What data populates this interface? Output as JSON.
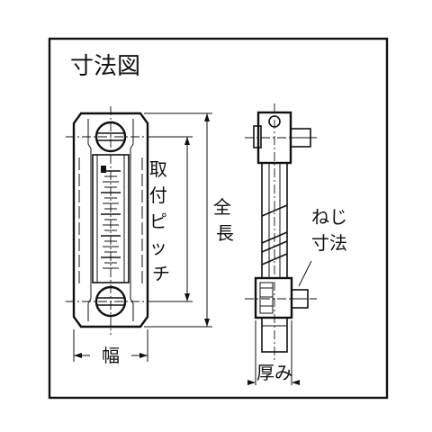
{
  "figure": {
    "title": "寸法図",
    "labels": {
      "mounting_pitch": "取付ピッチ",
      "overall_length": "全長",
      "width": "幅",
      "thread_size": "ねじ寸法",
      "thickness": "厚み"
    }
  }
}
